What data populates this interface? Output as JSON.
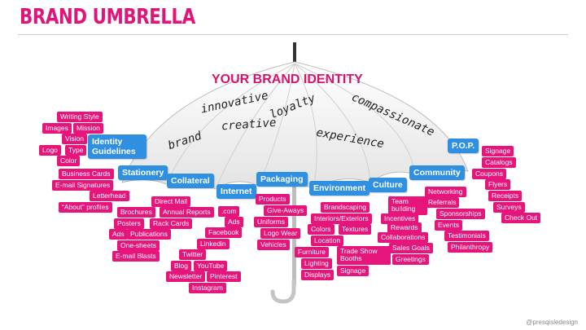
{
  "title": "BRAND UMBRELLA",
  "subtitle": "YOUR BRAND IDENTITY",
  "canopy_words": [
    "innovative",
    "loyalty",
    "compassionate",
    "creative",
    "brand",
    "experience"
  ],
  "footer": "@presqisledesign",
  "colors": {
    "title": "#e0157a",
    "blue_box": "#2f8fe0",
    "pink_tag": "#e6157b"
  },
  "categories": {
    "identity": "Identity Guidelines",
    "stationery": "Stationery",
    "collateral": "Collateral",
    "internet": "Internet",
    "packaging": "Packaging",
    "environment": "Environment",
    "culture": "Culture",
    "community": "Community",
    "pop": "P.O.P."
  },
  "tags": {
    "identity": [
      "Writing Style",
      "Images",
      "Mission",
      "Vision",
      "Logo",
      "Type",
      "Color"
    ],
    "stationery": [
      "Business Cards",
      "E-mail Signatures",
      "Letterhead",
      "“About” profiles"
    ],
    "collateral": [
      "Direct Mail",
      "Brochures",
      "Annual Reports",
      "Posters",
      "Rack Cards",
      "Ads",
      "Publications",
      "One-sheets",
      "E-mail Blasts"
    ],
    "internet": [
      ".com",
      "Ads",
      "Facebook",
      "Linkedin",
      "Twitter",
      "Blog",
      "YouTube",
      "Newsletter",
      "Pinterest",
      "Instagram"
    ],
    "packaging": [
      "Products",
      "Give-Aways",
      "Uniforms",
      "Logo Wear",
      "Vehicles"
    ],
    "environment": [
      "Brandscaping",
      "Interiors/Exteriors",
      "Colors",
      "Textures",
      "Location",
      "Furniture",
      "Trade Show Booths",
      "Lighting",
      "Signage",
      "Displays"
    ],
    "culture": [
      "Team building",
      "Incentives",
      "Rewards",
      "Collaborations",
      "Sales Goals",
      "Greetings"
    ],
    "community": [
      "Networking",
      "Referrals",
      "Sponsorships",
      "Events",
      "Testimonials",
      "Philanthropy"
    ],
    "pop": [
      "Signage",
      "Catalogs",
      "Coupons",
      "Flyers",
      "Receipts",
      "Surveys",
      "Check Out"
    ]
  }
}
